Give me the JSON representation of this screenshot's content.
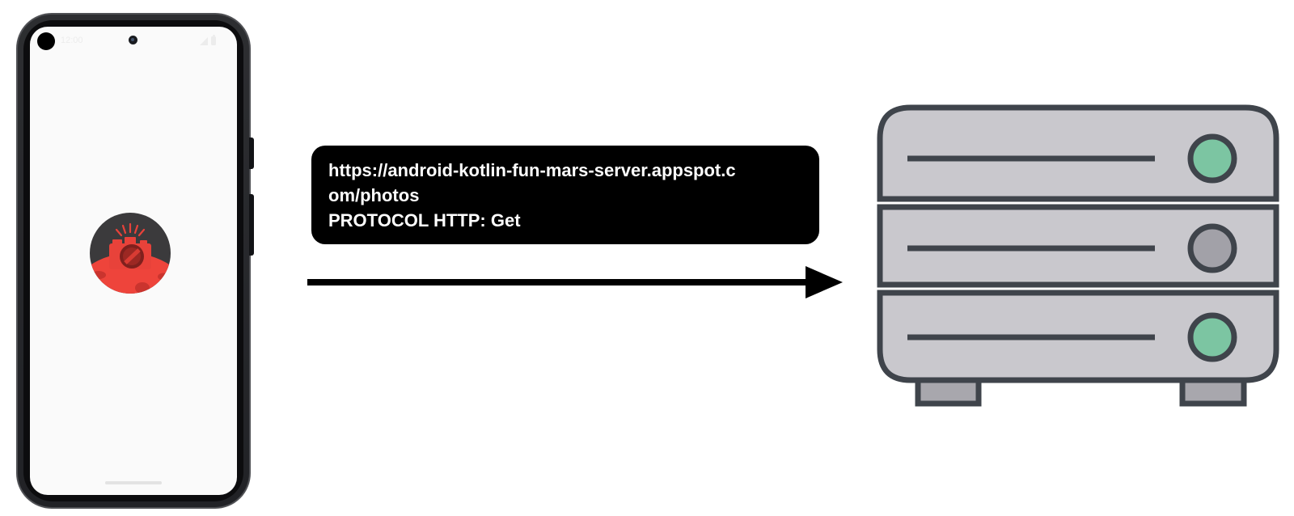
{
  "phone": {
    "status_bar": {
      "time": "12:00"
    },
    "app_icon": {
      "name": "mars-photos-app-icon",
      "colors": {
        "background": "#3b3a3c",
        "planet": "#ee443b",
        "crater": "#ca342e",
        "camera": "#e8423a"
      }
    }
  },
  "request": {
    "line1": "https://android-kotlin-fun-mars-server.appspot.c",
    "line2": "om/photos",
    "line3": "PROTOCOL HTTP: Get",
    "bubble_color": "#000000",
    "text_color": "#ffffff"
  },
  "arrow": {
    "color": "#000000"
  },
  "server": {
    "body_color": "#c9c8cd",
    "outline_color": "#3f444b",
    "foot_color": "#a8a7ad",
    "leds": [
      "#7cc5a2",
      "#a2a1a8",
      "#7cc5a2"
    ]
  }
}
